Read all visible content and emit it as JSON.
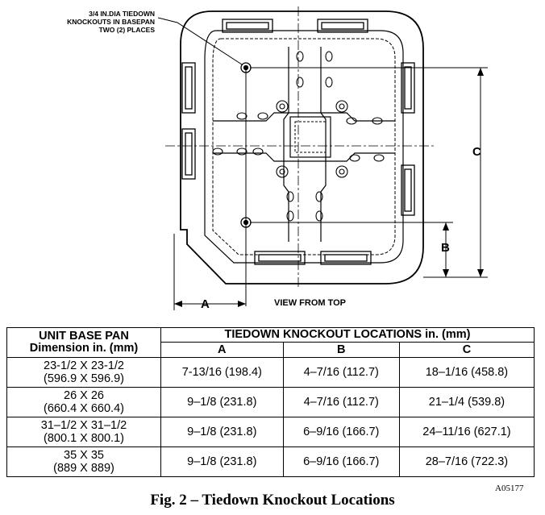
{
  "drawing": {
    "note_lines": [
      "3/4 IN.DIA TIEDOWN",
      "KNOCKOUTS IN BASEPAN",
      "TWO (2) PLACES"
    ],
    "view_label": "VIEW FROM TOP",
    "dim_a": "A",
    "dim_b": "B",
    "dim_c": "C"
  },
  "table": {
    "col1_header": "UNIT BASE PAN Dimension in. (mm)",
    "col1_header_line1": "UNIT BASE PAN",
    "col1_header_line2": "Dimension in. (mm)",
    "group_header": "TIEDOWN KNOCKOUT LOCATIONS in. (mm)",
    "sub_headers": [
      "A",
      "B",
      "C"
    ],
    "rows": [
      {
        "base_in": "23-1/2 X 23-1/2",
        "base_mm": "(596.9 X 596.9)",
        "a": "7-13/16 (198.4)",
        "b": "4–7/16 (112.7)",
        "c": "18–1/16 (458.8)"
      },
      {
        "base_in": "26 X 26",
        "base_mm": "(660.4 X 660.4)",
        "a": "9–1/8 (231.8)",
        "b": "4–7/16 (112.7)",
        "c": "21–1/4 (539.8)"
      },
      {
        "base_in": "31–1/2 X 31–1/2",
        "base_mm": "(800.1 X 800.1)",
        "a": "9–1/8 (231.8)",
        "b": "6–9/16 (166.7)",
        "c": "24–11/16 (627.1)"
      },
      {
        "base_in": "35 X 35",
        "base_mm": "(889 X 889)",
        "a": "9–1/8 (231.8)",
        "b": "6–9/16 (166.7)",
        "c": "28–7/16 (722.3)"
      }
    ]
  },
  "caption": "Fig. 2 – Tiedown Knockout Locations",
  "figure_code": "A05177"
}
